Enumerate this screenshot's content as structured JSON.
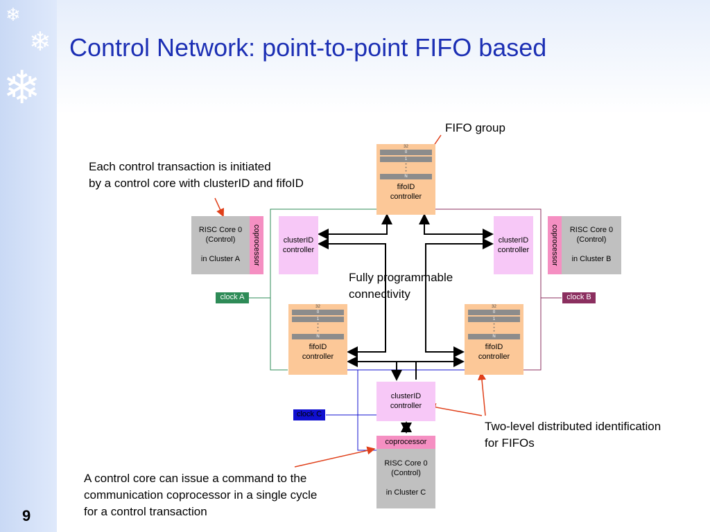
{
  "title": "Control Network:  point-to-point FIFO based",
  "page_number": "9",
  "annotations": {
    "fifo_group": "FIFO group",
    "transaction": [
      "Each control transaction is initiated",
      "by a control core with clusterID and fifoID"
    ],
    "programmable": [
      "Fully programmable",
      "connectivity"
    ],
    "two_level": [
      "Two-level distributed identification",
      "for FIFOs"
    ],
    "command": [
      "A control core can issue a command to the",
      "communication coprocessor in a single cycle",
      "for a control transaction"
    ]
  },
  "risc_a": {
    "lines": [
      "RISC Core 0",
      "(Control)",
      "",
      "in Cluster A"
    ],
    "coprocessor": "coprocessor"
  },
  "risc_b": {
    "lines": [
      "RISC Core 0",
      "(Control)",
      "",
      "in Cluster B"
    ],
    "coprocessor": "coprocessor"
  },
  "risc_c": {
    "lines": [
      "RISC Core 0",
      "(Control)",
      "",
      "in Cluster C"
    ],
    "coprocessor": "coprocessor"
  },
  "clusterid_controller": [
    "clusterID",
    "controller"
  ],
  "fifoid_controller": [
    "fifoID",
    "controller"
  ],
  "fifo_slots": {
    "width": "32",
    "first": "0",
    "second": "1",
    "last": "N"
  },
  "clocks": {
    "a": "clock A",
    "b": "clock B",
    "c": "clock C"
  },
  "colors": {
    "title": "#1c2fb4",
    "clock_a": "#2e8b57",
    "clock_b": "#8b2f5f",
    "clock_c": "#1010d0",
    "arrow_red": "#e0401a"
  }
}
